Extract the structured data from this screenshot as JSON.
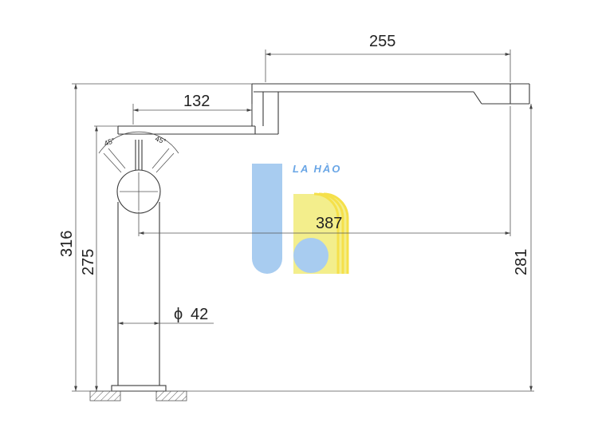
{
  "drawing": {
    "dimensions": {
      "spout_reach": "255",
      "handle_offset": "132",
      "total_height": "316",
      "body_height": "275",
      "spout_to_spout_span": "387",
      "spout_height": "281",
      "diameter": "42",
      "diameter_symbol": "ϕ"
    },
    "handle_angles": {
      "left": "45°",
      "right": "45°"
    }
  },
  "watermark": {
    "brand_text": "LA HÀO",
    "colors": {
      "blue": "#9cc5ee",
      "yellow": "#f3ee8c",
      "yellow_stripes": "#f5e04a"
    }
  }
}
